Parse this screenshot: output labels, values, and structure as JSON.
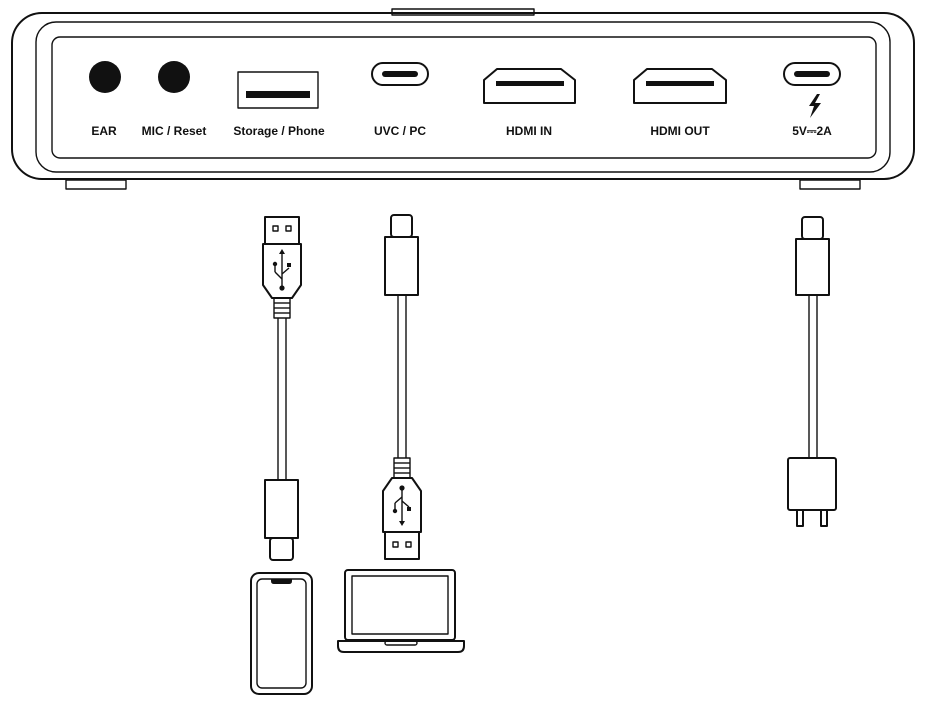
{
  "ports": {
    "ear": "EAR",
    "mic_reset": "MIC / Reset",
    "storage_phone": "Storage / Phone",
    "uvc_pc": "UVC / PC",
    "hdmi_in": "HDMI IN",
    "hdmi_out": "HDMI OUT",
    "power": "5V⎓2A"
  },
  "icons": [
    "jack-icon",
    "usb-a-port-icon",
    "usb-c-port-icon",
    "hdmi-port-icon",
    "lightning-icon",
    "usb-symbol-icon",
    "phone-icon",
    "laptop-icon",
    "power-adapter-icon"
  ]
}
